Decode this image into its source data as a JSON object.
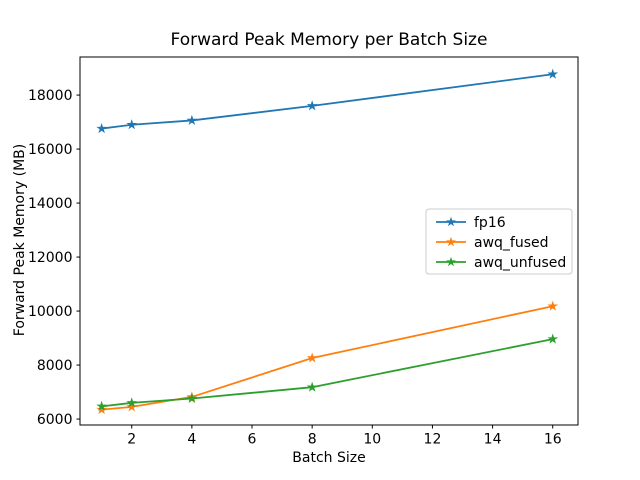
{
  "chart_data": {
    "type": "line",
    "title": "Forward Peak Memory per Batch Size",
    "xlabel": "Batch Size",
    "ylabel": "Forward Peak Memory (MB)",
    "x": [
      1,
      2,
      4,
      8,
      16
    ],
    "series": [
      {
        "name": "fp16",
        "color": "#1f77b4",
        "values": [
          16760,
          16900,
          17060,
          17600,
          18770
        ]
      },
      {
        "name": "awq_fused",
        "color": "#ff7f0e",
        "values": [
          6350,
          6450,
          6820,
          8260,
          10180
        ]
      },
      {
        "name": "awq_unfused",
        "color": "#2ca02c",
        "values": [
          6470,
          6600,
          6760,
          7180,
          8960
        ]
      }
    ],
    "xticks": [
      2,
      4,
      6,
      8,
      10,
      12,
      14,
      16
    ],
    "yticks": [
      6000,
      8000,
      10000,
      12000,
      14000,
      16000,
      18000
    ],
    "xlim": [
      0.28,
      16.84
    ],
    "ylim": [
      5780,
      19410
    ],
    "grid": false,
    "marker": "star",
    "legend_position": "center right",
    "colors": {
      "spine": "#000000",
      "background": "#ffffff",
      "legend_border": "#cccccc",
      "legend_background": "#ffffff"
    }
  }
}
